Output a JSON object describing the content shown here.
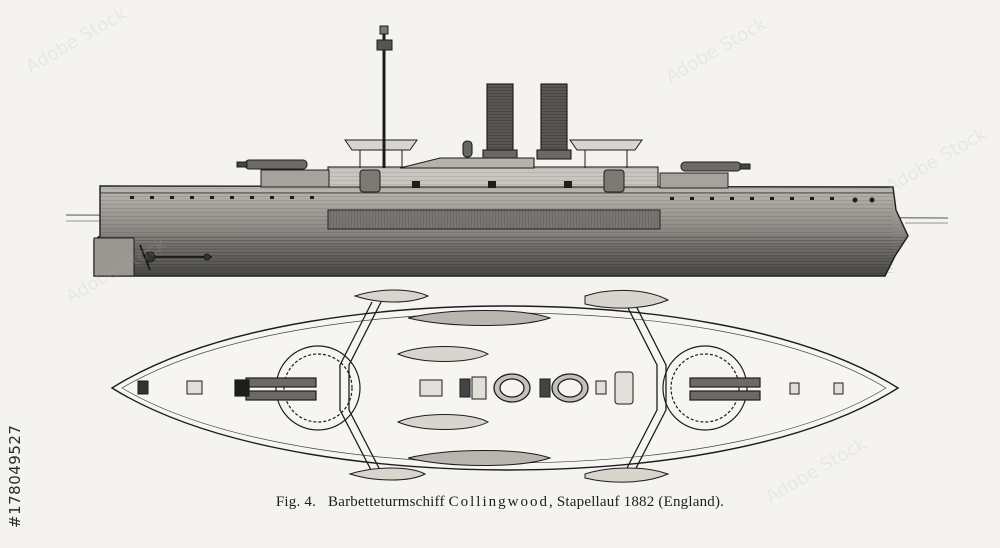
{
  "caption": {
    "figure_label": "Fig. 4.",
    "ship_type": "Barbetteturmschiff",
    "ship_name": "Collingwood",
    "launch_text": ", Stapellauf 1882 (England)."
  },
  "stock_id": "#178049527",
  "watermark": "Adobe Stock",
  "colors": {
    "paper": "#f4f3ef",
    "ink": "#1d1d1d"
  }
}
